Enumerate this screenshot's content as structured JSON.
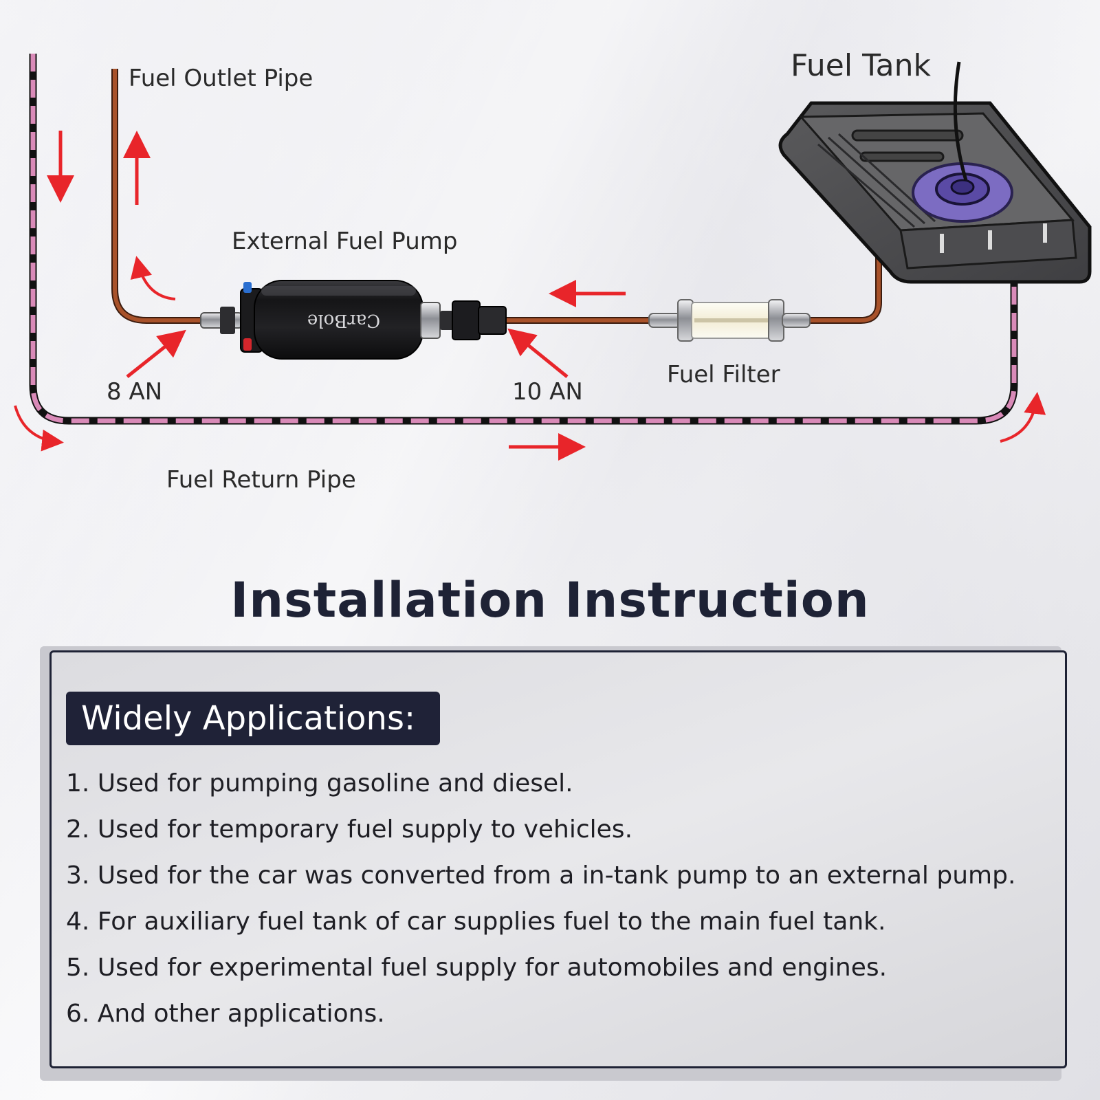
{
  "diagram": {
    "labels": {
      "fuel_outlet_pipe": "Fuel Outlet Pipe",
      "external_fuel_pump": "External Fuel Pump",
      "fuel_tank": "Fuel Tank",
      "port_8an": "8 AN",
      "port_10an": "10 AN",
      "fuel_filter": "Fuel Filter",
      "fuel_return_pipe": "Fuel Return Pipe"
    },
    "pump_brand": "CarBole"
  },
  "heading": "Installation Instruction",
  "applications": {
    "title": "Widely Applications:",
    "items": [
      "1. Used for pumping gasoline and diesel.",
      "2. Used for temporary fuel supply to vehicles.",
      "3. Used for the car was converted from a in-tank pump to an external pump.",
      "4. For auxiliary fuel tank of car supplies fuel to the main fuel tank.",
      "5. Used for experimental fuel supply for automobiles and engines.",
      "6. And other applications."
    ]
  },
  "colors": {
    "fuel_line": "#a8522a",
    "return_line_dash": "#d98ab8",
    "flow_arrow": "#e8252a",
    "heading": "#1e2235"
  }
}
